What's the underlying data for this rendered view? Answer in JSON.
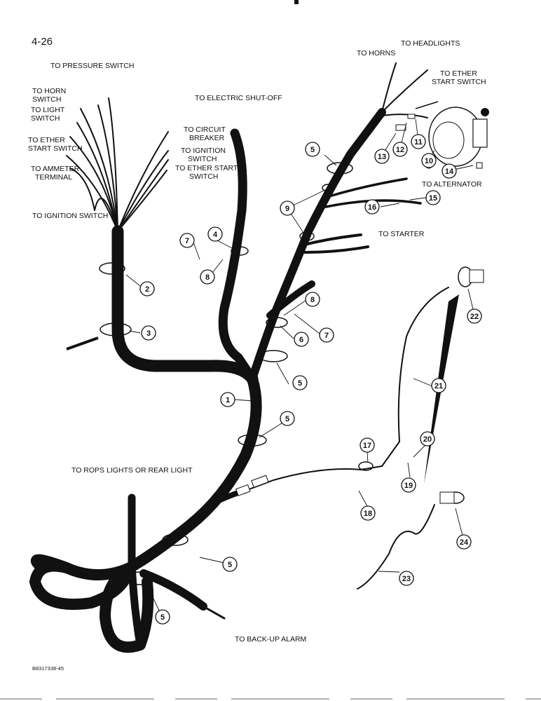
{
  "page_number": "4-26",
  "figure_code": "B8317338-45",
  "labels": {
    "pressure_switch": "TO PRESSURE SWITCH",
    "horn_switch_1": "TO HORN",
    "horn_switch_2": "SWITCH",
    "light_switch_1": "TO LIGHT",
    "light_switch_2": "SWITCH",
    "ether_start_left_1": "TO ETHER",
    "ether_start_left_2": "START SWITCH",
    "ammeter_1": "TO AMMETER",
    "ammeter_2": "TERMINAL",
    "ignition_left": "TO IGNITION SWITCH",
    "electric_shutoff": "TO ELECTRIC SHUT-OFF",
    "circuit_breaker_1": "TO CIRCUIT",
    "circuit_breaker_2": "BREAKER",
    "ignition_mid_1": "TO IGNITION",
    "ignition_mid_2": "SWITCH",
    "ether_start_mid_1": "TO ETHER START",
    "ether_start_mid_2": "SWITCH",
    "headlights": "TO HEADLIGHTS",
    "horns": "TO HORNS",
    "ether_start_right_1": "TO ETHER",
    "ether_start_right_2": "START SWITCH",
    "alternator": "TO ALTERNATOR",
    "starter": "TO STARTER",
    "rops_lights": "TO ROPS LIGHTS OR REAR LIGHT",
    "backup_alarm": "TO BACK-UP ALARM"
  },
  "callouts": [
    "1",
    "2",
    "3",
    "4",
    "5",
    "5",
    "5",
    "5",
    "5",
    "6",
    "7",
    "7",
    "8",
    "8",
    "9",
    "10",
    "11",
    "12",
    "13",
    "14",
    "15",
    "16",
    "17",
    "18",
    "19",
    "20",
    "21",
    "22",
    "23",
    "24"
  ]
}
